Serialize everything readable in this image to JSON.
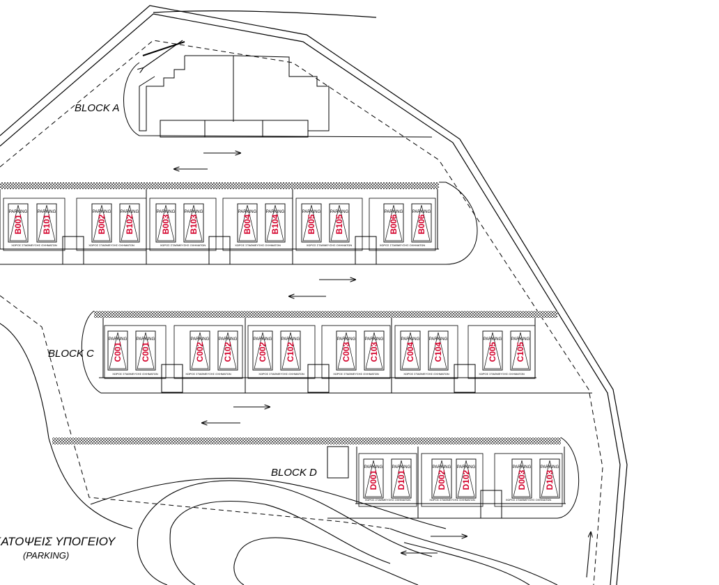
{
  "blocks": {
    "a": "BLOCK A",
    "c": "BLOCK C",
    "d": "BLOCK D"
  },
  "plan_title": "ΚΑΤΟΨΕΙΣ ΥΠΟΓΕΙΟΥ",
  "plan_subtitle": "(PARKING)",
  "parking_word": "PARKING",
  "store_label": "ΧΩΡΟΣ ΣΤΑΘΜΕΥΣΗΣ ΟΧΗΜΑΤΩΝ",
  "row_b": [
    "B001",
    "B101",
    "B002",
    "B102",
    "B003",
    "B103",
    "B004",
    "B104",
    "B005",
    "B105",
    "B006",
    "B006"
  ],
  "row_c": [
    "C001",
    "C001",
    "C002",
    "C102",
    "C002",
    "C102",
    "C003",
    "C103",
    "C004",
    "C104",
    "C005",
    "C105"
  ],
  "row_d": [
    "D001",
    "D101",
    "D002",
    "D102",
    "D003",
    "D103"
  ],
  "colors": {
    "lines": "#000000",
    "spot_text": "#d4002a",
    "wall_hatch": "#555555"
  }
}
